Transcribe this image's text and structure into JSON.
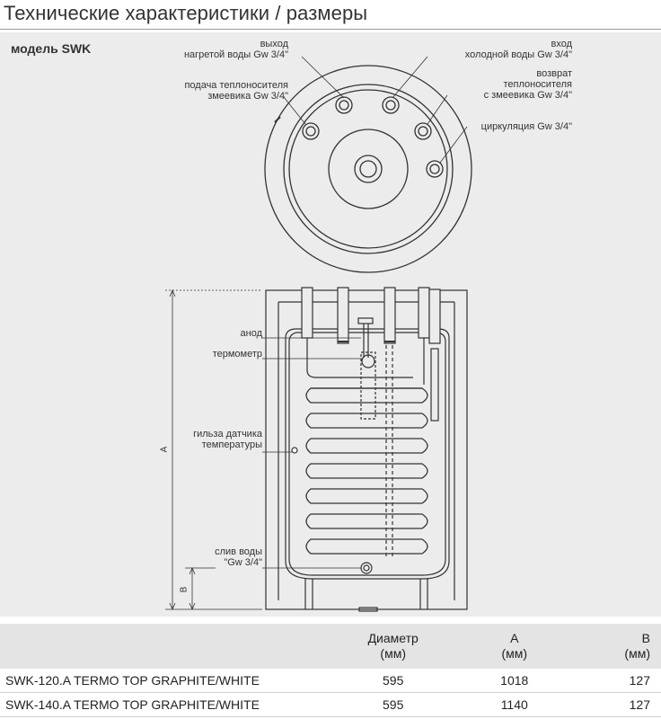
{
  "title": "Технические характеристики / размеры",
  "model": "модель SWK",
  "labels": {
    "hot_out": [
      "выход",
      "нагретой воды Gw 3/4\""
    ],
    "coil_in": [
      "подача теплоносителя",
      "змеевика Gw 3/4\""
    ],
    "cold_in": [
      "вход",
      "холодной воды Gw 3/4\""
    ],
    "coil_return": [
      "возврат",
      "теплоносителя",
      "с змеевика Gw 3/4\""
    ],
    "circulation": "циркуляция Gw 3/4\"",
    "anode": "анод",
    "thermometer": "термометр",
    "sensor_sleeve": [
      "гильза датчика",
      "температуры"
    ],
    "drain": [
      "слив воды",
      "\"Gw 3/4\""
    ],
    "dim_a": "A",
    "dim_b": "B"
  },
  "table": {
    "headers": [
      [
        ""
      ],
      [
        "Диаметр",
        "(мм)"
      ],
      [
        "A",
        "(мм)"
      ],
      [
        "B",
        "(мм)"
      ]
    ],
    "rows": [
      [
        "SWK-120.A TERMO TOP GRAPHITE/WHITE",
        "595",
        "1018",
        "127"
      ],
      [
        "SWK-140.A TERMO TOP GRAPHITE/WHITE",
        "595",
        "1140",
        "127"
      ]
    ]
  },
  "colors": {
    "panel": "#ececec",
    "header": "#e4e4e4",
    "line": "#333333"
  }
}
